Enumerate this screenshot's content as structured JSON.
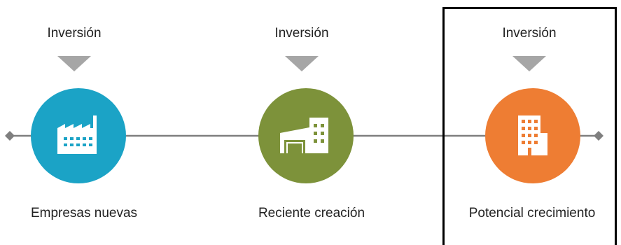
{
  "stages": [
    {
      "top_label": "Inversión",
      "bottom_label": "Empresas nuevas",
      "icon": "factory-icon",
      "color": "#1ba3c6"
    },
    {
      "top_label": "Inversión",
      "bottom_label": "Reciente creación",
      "icon": "building-house-icon",
      "color": "#7d923a"
    },
    {
      "top_label": "Inversión",
      "bottom_label": "Potencial crecimiento",
      "icon": "office-tower-icon",
      "color": "#ee7d33"
    }
  ],
  "colors": {
    "line": "#7f7f7f",
    "arrow": "#a6a6a6",
    "highlight_border": "#000000"
  }
}
